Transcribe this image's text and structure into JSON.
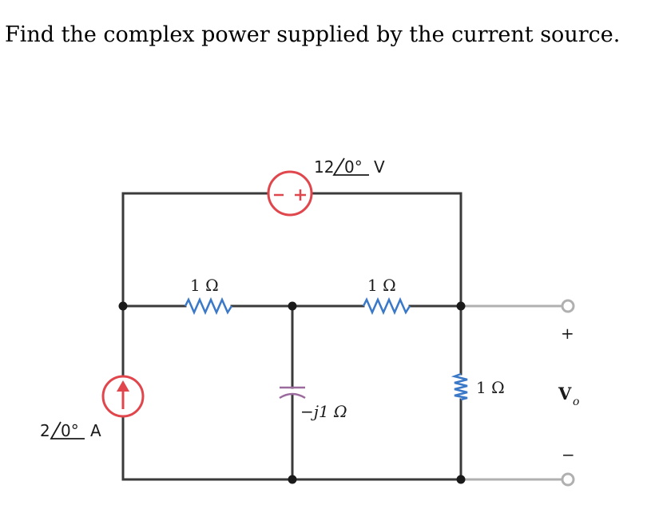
{
  "question": "Find the complex power supplied by the current source.",
  "labels": {
    "voltage_source_mag": "12",
    "voltage_source_angle": "0°",
    "voltage_source_unit": "V",
    "current_source_mag": "2",
    "current_source_angle": "0°",
    "current_source_unit": "A",
    "resistor_left": "1 Ω",
    "resistor_middle": "1 Ω",
    "resistor_right": "1 Ω",
    "capacitor": "−j1 Ω",
    "vo_plus": "+",
    "vo_minus": "−",
    "vo_symbol": "V",
    "vo_subscript": "o"
  },
  "colors": {
    "wire": "#3a3a3a",
    "source": "#e0464c",
    "resistor": "#3a78c8",
    "capacitor": "#9b6b9e",
    "terminal": "#b0b0b0"
  }
}
